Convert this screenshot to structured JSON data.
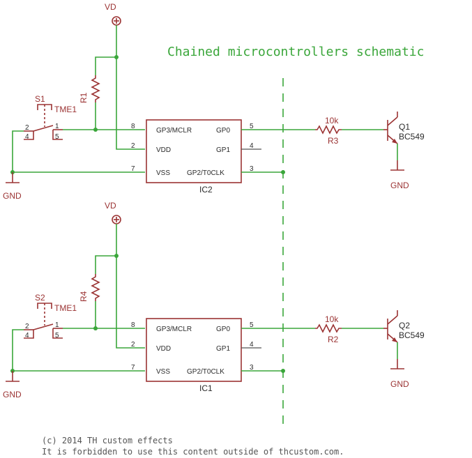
{
  "title": "Chained microcontrollers schematic",
  "footer": {
    "line1": "(c) 2014 TH custom effects",
    "line2": "It is forbidden to use this content outside of thcustom.com."
  },
  "supply_label": "VD",
  "ground_label": "GND",
  "stage1": {
    "switch": "S1",
    "switch_type": "TME1",
    "sw_pin_2": "2",
    "sw_pin_4": "4",
    "sw_pin_1": "1",
    "sw_pin_5": "5",
    "pullup": "R1",
    "ic": "IC2",
    "pins": {
      "p8": "8",
      "p2": "2",
      "p7": "7",
      "p5": "5",
      "p4": "4",
      "p3": "3"
    },
    "resistor": "R3",
    "resistor_value": "10k",
    "transistor": "Q1",
    "transistor_type": "BC549"
  },
  "stage2": {
    "switch": "S2",
    "switch_type": "TME1",
    "sw_pin_2": "2",
    "sw_pin_4": "4",
    "sw_pin_1": "1",
    "sw_pin_5": "5",
    "pullup": "R4",
    "ic": "IC1",
    "pins": {
      "p8": "8",
      "p2": "2",
      "p7": "7",
      "p5": "5",
      "p4": "4",
      "p3": "3"
    },
    "resistor": "R2",
    "resistor_value": "10k",
    "transistor": "Q2",
    "transistor_type": "BC549"
  },
  "ic_pin_names": {
    "gp3": "GP3/MCLR",
    "vdd": "VDD",
    "vss": "VSS",
    "gp0": "GP0",
    "gp1": "GP1",
    "gp2": "GP2/T0CLK"
  }
}
